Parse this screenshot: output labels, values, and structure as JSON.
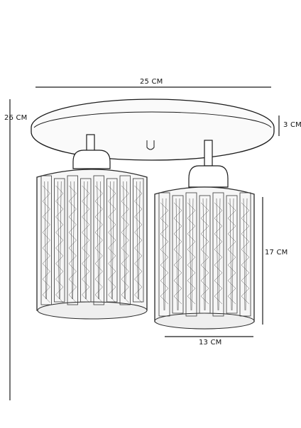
{
  "dimensions": {
    "total_width": "25 CM",
    "total_height": "26 CM",
    "base_thickness": "3 CM",
    "shade_height": "17 CM",
    "shade_width": "13 CM"
  },
  "colors": {
    "line": "#1a1a1a",
    "sketch": "#3a3a3a",
    "background": "#ffffff"
  }
}
